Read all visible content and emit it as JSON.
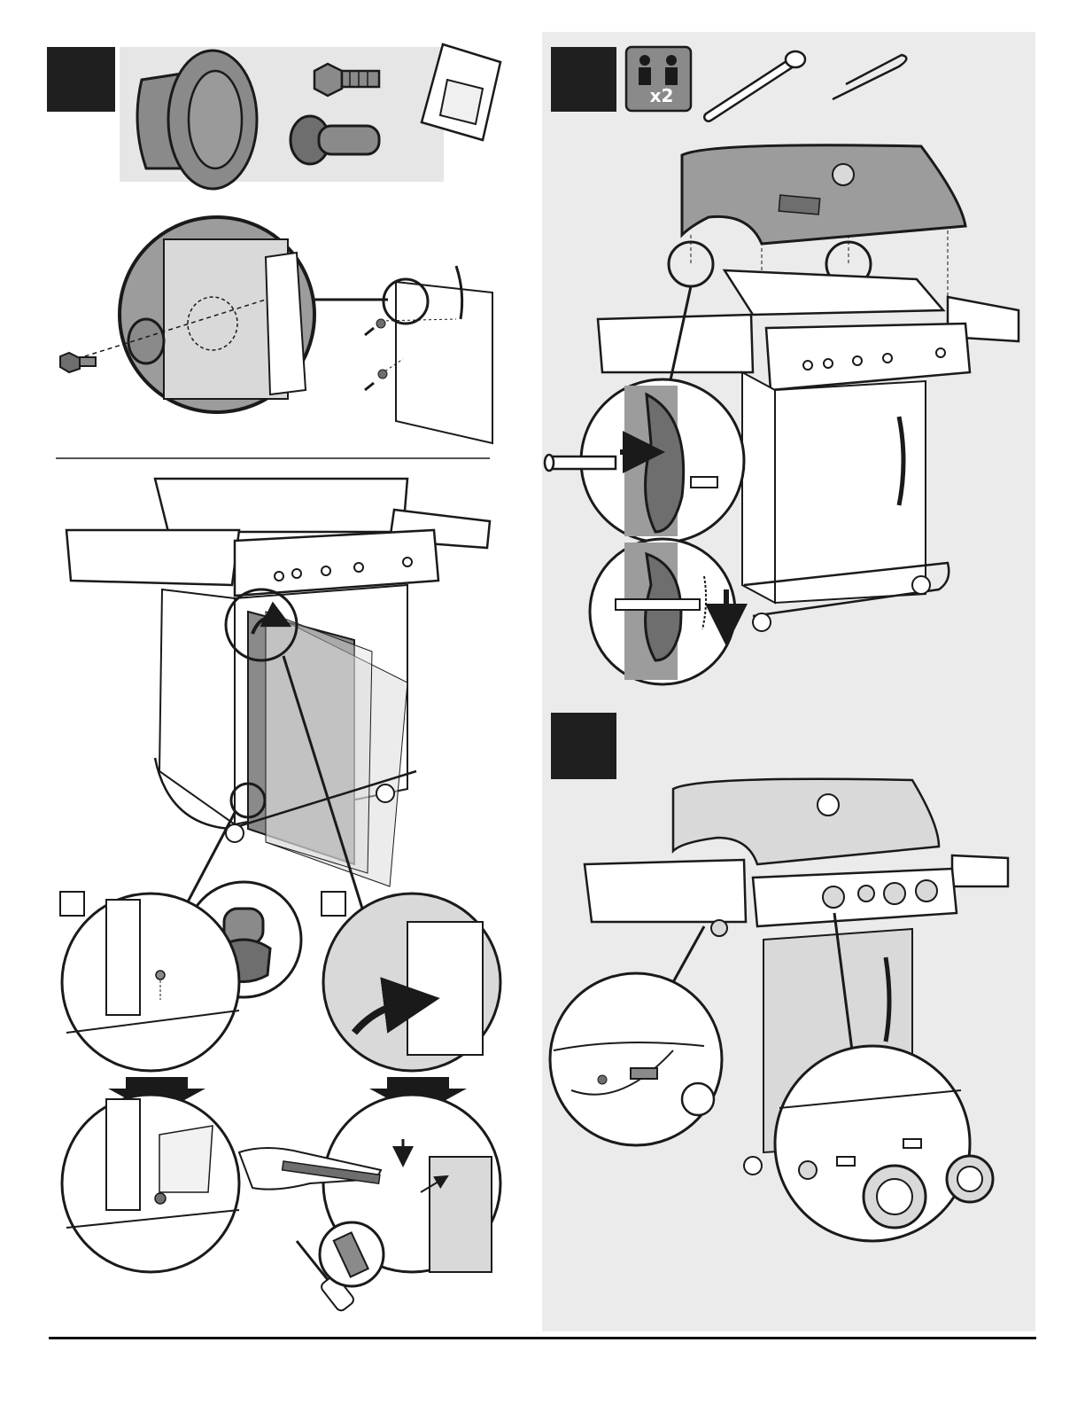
{
  "document": {
    "type": "assembly-instructions",
    "colors": {
      "step_box": "#1f1f1f",
      "panel_gray": "#ebebeb",
      "part_gray": "#8a8a8a",
      "line": "#1a1a1a",
      "light_part": "#d9d9d9"
    }
  },
  "steps": {
    "top_left": {
      "icon": "step-number-box"
    },
    "top_right": {
      "icon": "step-number-box",
      "people_badge": {
        "label": "x2",
        "icon": "two-person-lift-icon"
      }
    },
    "bottom_right": {
      "icon": "step-number-box"
    }
  },
  "parts": [
    {
      "icon": "hinge-bushing-icon"
    },
    {
      "icon": "bolt-screw-icon"
    },
    {
      "icon": "door-pin-icon"
    },
    {
      "icon": "hardware-bag-icon"
    },
    {
      "icon": "hinge-pin-icon"
    },
    {
      "icon": "cotter-clip-icon"
    },
    {
      "icon": "screwdriver-icon"
    },
    {
      "icon": "control-knob-icon"
    }
  ],
  "substeps": [
    {
      "icon": "substep-checkbox"
    },
    {
      "icon": "substep-checkbox"
    }
  ]
}
